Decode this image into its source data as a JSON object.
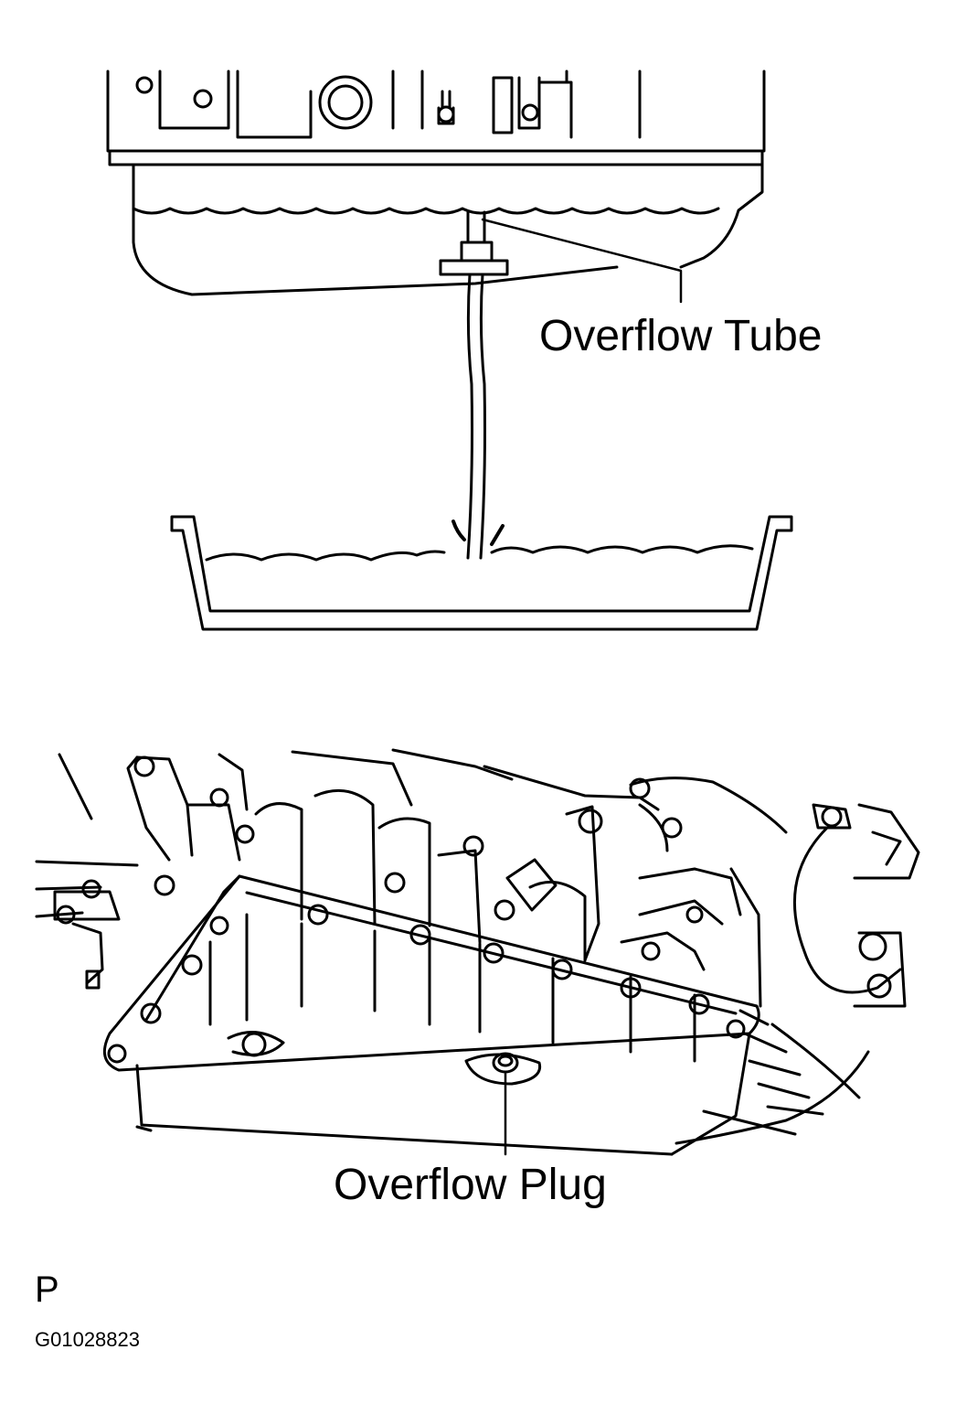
{
  "labels": {
    "overflow_tube": "Overflow Tube",
    "overflow_plug": "Overflow Plug",
    "view_letter": "P",
    "figure_code": "G01028823"
  },
  "colors": {
    "ink": "#000000",
    "paper": "#ffffff"
  }
}
